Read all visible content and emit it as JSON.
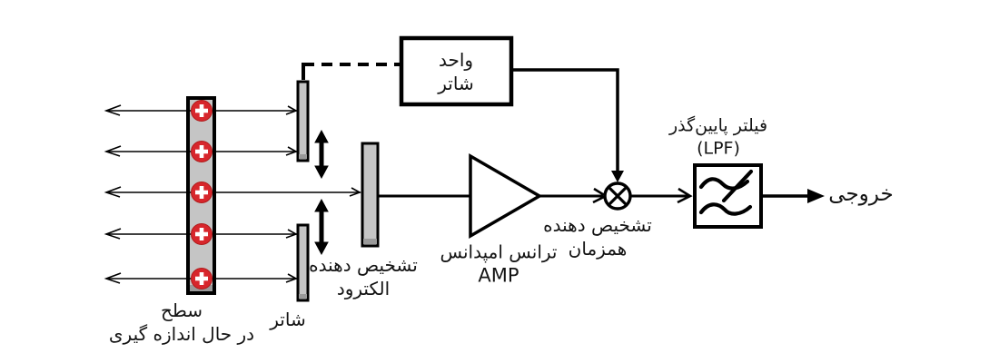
{
  "diagram": {
    "title_hint": "surface charge measurement block diagram",
    "labels": {
      "surface_line1": "سطح",
      "surface_line2": "در حال اندازه گیری",
      "shutter": "شاتر",
      "shutter_unit_line1": "واحد",
      "shutter_unit_line2": "شاتر",
      "electrode_line1": "تشخیص دهنده",
      "electrode_line2": "الکترود",
      "amp_line1": "ترانس امپدانس",
      "amp_line2": "AMP",
      "sync_detector_line1": "تشخیص دهنده",
      "sync_detector_line2": "همزمان",
      "lpf_line1": "فیلتر پایین‌گذر",
      "lpf_line2": "(LPF)",
      "output": "خروجی"
    },
    "icons": {
      "charge_symbol": "+",
      "charge_count": 5,
      "mixer_icon": "multiply-circle",
      "lpf_icon": "lowpass-wave-slash",
      "vibration_icon": "double-headed-arrow"
    },
    "colors": {
      "background": "#ffffff",
      "line_black": "#000000",
      "bar_gray": "#c5c5c5",
      "bar_shadow_gray": "#9a9a9a",
      "charge_red": "#d7262c",
      "charge_cross_white": "#ffffff"
    }
  }
}
